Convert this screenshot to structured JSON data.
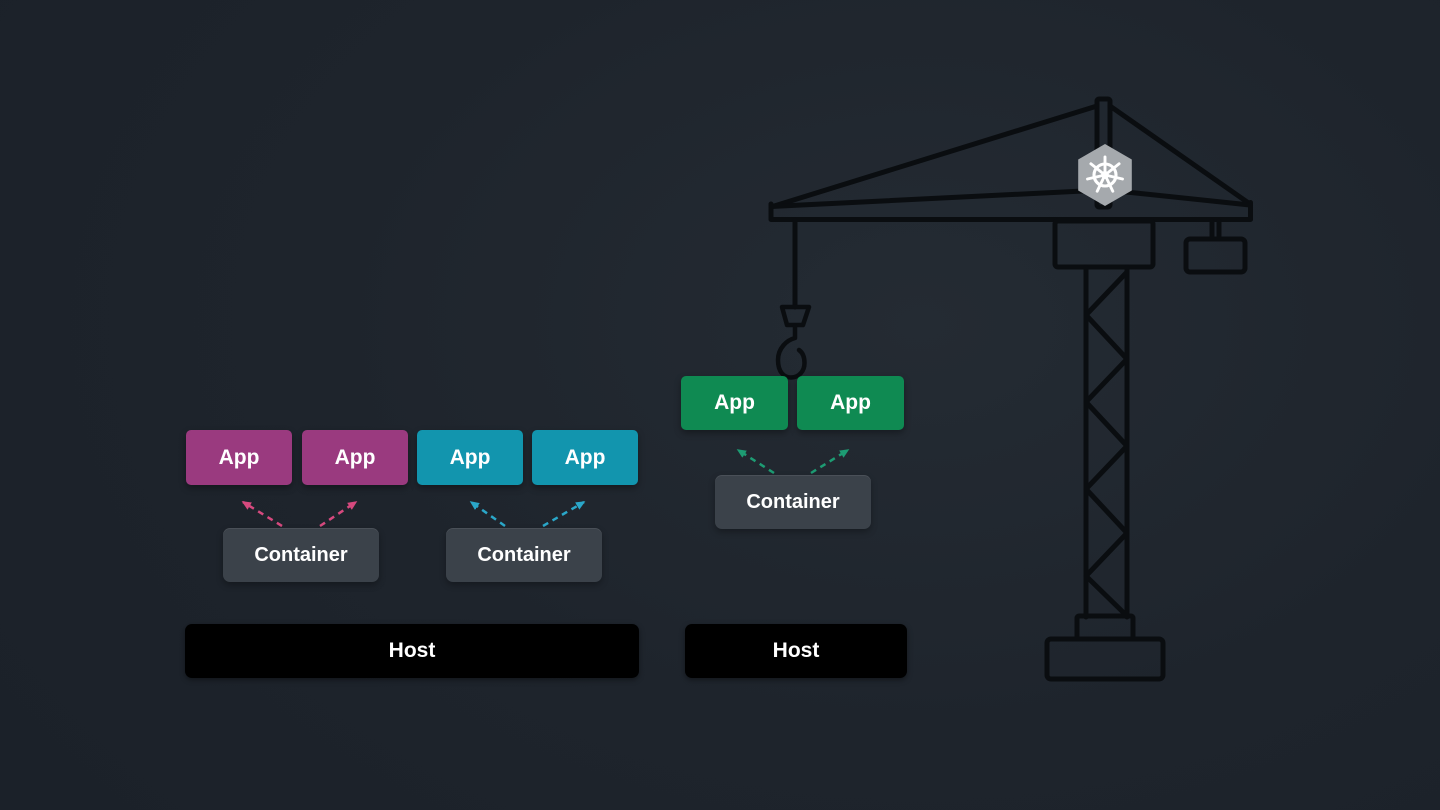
{
  "scene": {
    "description": "Diagram comparing plain containers on hosts with Kubernetes crane lifting containerized apps",
    "background_color": "#1d242c"
  },
  "left_group": {
    "apps": [
      {
        "label": "App",
        "color": "#9a3a7f"
      },
      {
        "label": "App",
        "color": "#9a3a7f"
      },
      {
        "label": "App",
        "color": "#1295ae"
      },
      {
        "label": "App",
        "color": "#1295ae"
      }
    ],
    "containers": [
      {
        "label": "Container"
      },
      {
        "label": "Container"
      }
    ],
    "host": {
      "label": "Host"
    },
    "arrow_colors": {
      "purple_pair": "#d6497e",
      "teal_pair": "#2aa7c9"
    }
  },
  "right_group": {
    "apps": [
      {
        "label": "App",
        "color": "#0f8a52"
      },
      {
        "label": "App",
        "color": "#0f8a52"
      }
    ],
    "container": {
      "label": "Container"
    },
    "host": {
      "label": "Host"
    },
    "arrow_color": "#1d9c73"
  },
  "crane": {
    "icon": "kubernetes-helm-wheel-icon",
    "hexagon_color": "#a5a9ad",
    "wheel_color": "#ffffff",
    "stroke_color": "#0a0d10"
  },
  "panel_colors": {
    "container_box": "#3b424a",
    "host_bar": "#000000",
    "text": "#ffffff"
  }
}
